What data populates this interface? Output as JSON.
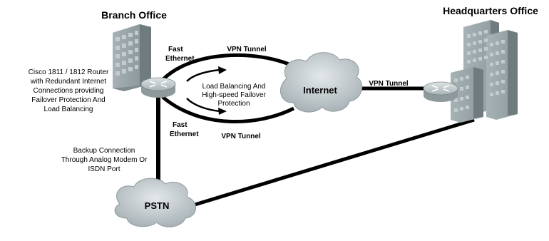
{
  "labels": {
    "branch_office": "Branch Office",
    "headquarters_office": "Headquarters Office",
    "router_desc": [
      "Cisco 1811 / 1812 Router",
      "with Redundant Internet",
      "Connections providing",
      "Failover Protection And",
      "Load Balancing"
    ],
    "fast_ethernet_top": [
      "Fast",
      "Ethernet"
    ],
    "fast_ethernet_bottom": [
      "Fast",
      "Ethernet"
    ],
    "vpn_tunnel_top": "VPN Tunnel",
    "vpn_tunnel_bottom": "VPN Tunnel",
    "vpn_tunnel_right": "VPN Tunnel",
    "internet": "Internet",
    "load_balancing": [
      "Load Balancing And",
      "High-speed Failover",
      "Protection"
    ],
    "backup_connection": [
      "Backup Connection",
      "Through Analog Modem Or",
      "ISDN Port"
    ],
    "pstn": "PSTN"
  },
  "icons": {
    "branch_building": "building-icon",
    "hq_building": "building-icon",
    "branch_router": "router-icon",
    "hq_router": "router-icon",
    "internet_cloud": "cloud-icon",
    "pstn_cloud": "cloud-icon"
  },
  "colors": {
    "line": "#000000",
    "building_front": "#9aa7ab",
    "building_side": "#7f8b8f",
    "cloud": "#c9d0d3",
    "router": "#b7c1c4"
  }
}
